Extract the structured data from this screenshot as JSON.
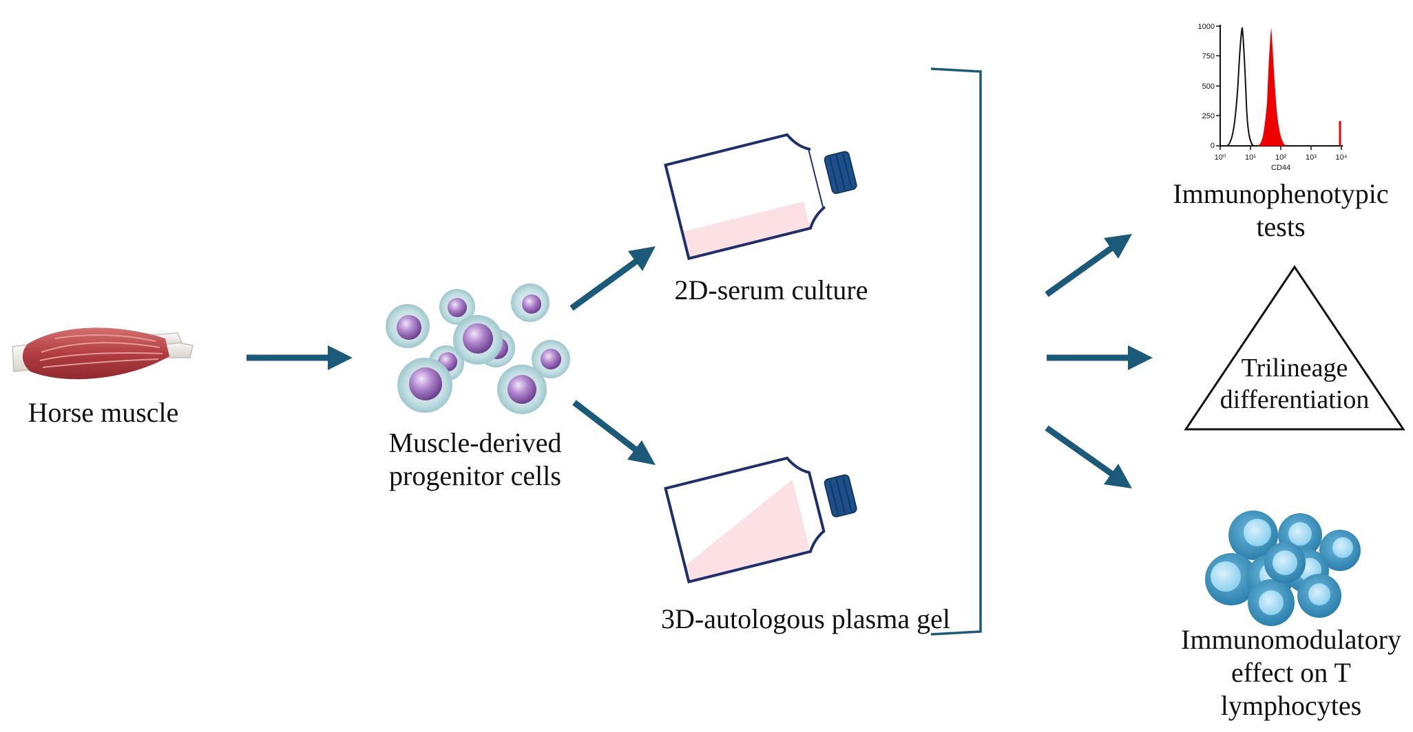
{
  "labels": {
    "horse_muscle": "Horse muscle",
    "muscle_cells": "Muscle-derived progenitor cells",
    "serum_culture": "2D-serum culture",
    "plasma_gel": "3D-autologous plasma gel",
    "immunophenotypic": "Immunophenotypic tests",
    "trilineage": "Trilineage differentiation",
    "immunomodulatory": "Immunomodulatory effect on T lymphocytes"
  },
  "histogram": {
    "x_axis_label": "CD44",
    "y_ticks": [
      "1000",
      "750",
      "500",
      "250",
      "0"
    ],
    "x_ticks": [
      "10⁰",
      "10¹",
      "10²",
      "10³",
      "10⁴"
    ]
  },
  "colors": {
    "arrow": "#1b5a78",
    "flask_outline": "#1f2f6b",
    "flask_cap": "#1d4f8a",
    "medium": "#fbe1e4",
    "histogram_fill": "#ee0000",
    "muscle": "#b9474a",
    "progenitor_nucleus": "#8b5ba8",
    "lymphocyte": "#3c96c2"
  }
}
